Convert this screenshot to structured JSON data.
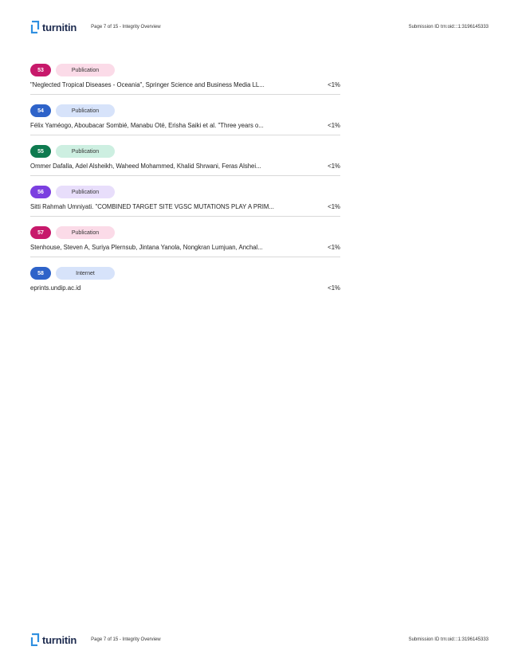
{
  "header": {
    "brand": "turnitin",
    "page_info": "Page 7 of 15 - Integrity Overview",
    "submission": "Submission ID trn:oid:::1:3196145333"
  },
  "footer": {
    "brand": "turnitin",
    "page_info": "Page 7 of 15 - Integrity Overview",
    "submission": "Submission ID trn:oid:::1:3196145333"
  },
  "colors": {
    "brand_blue": "#2f8fe0",
    "brand_navy": "#1d2b4f"
  },
  "sources": [
    {
      "number": "53",
      "type": "Publication",
      "title": "\"Neglected Tropical Diseases - Oceania\", Springer Science and Business Media LL...",
      "percent": "<1%",
      "num_color": "#c7196b",
      "tag_color": "#fbdbe8"
    },
    {
      "number": "54",
      "type": "Publication",
      "title": "Félix Yaméogo, Aboubacar Sombié, Manabu Oté, Erisha Saiki et al. \"Three years o...",
      "percent": "<1%",
      "num_color": "#2e63c9",
      "tag_color": "#d7e3fa"
    },
    {
      "number": "55",
      "type": "Publication",
      "title": "Ommer Dafalla, Adel Alsheikh, Waheed Mohammed, Khalid Shrwani, Feras Alshei...",
      "percent": "<1%",
      "num_color": "#0e7a4f",
      "tag_color": "#cdefe1"
    },
    {
      "number": "56",
      "type": "Publication",
      "title": "Sitti Rahmah Umniyati. \"COMBINED TARGET SITE VGSC MUTATIONS PLAY A PRIM...",
      "percent": "<1%",
      "num_color": "#7b3fe0",
      "tag_color": "#e8defb"
    },
    {
      "number": "57",
      "type": "Publication",
      "title": "Stenhouse, Steven A, Suriya Plernsub, Jintana Yanola, Nongkran Lumjuan, Anchal...",
      "percent": "<1%",
      "num_color": "#c7196b",
      "tag_color": "#fbdbe8"
    },
    {
      "number": "58",
      "type": "Internet",
      "title": "eprints.undip.ac.id",
      "percent": "<1%",
      "num_color": "#2e63c9",
      "tag_color": "#d7e3fa"
    }
  ]
}
